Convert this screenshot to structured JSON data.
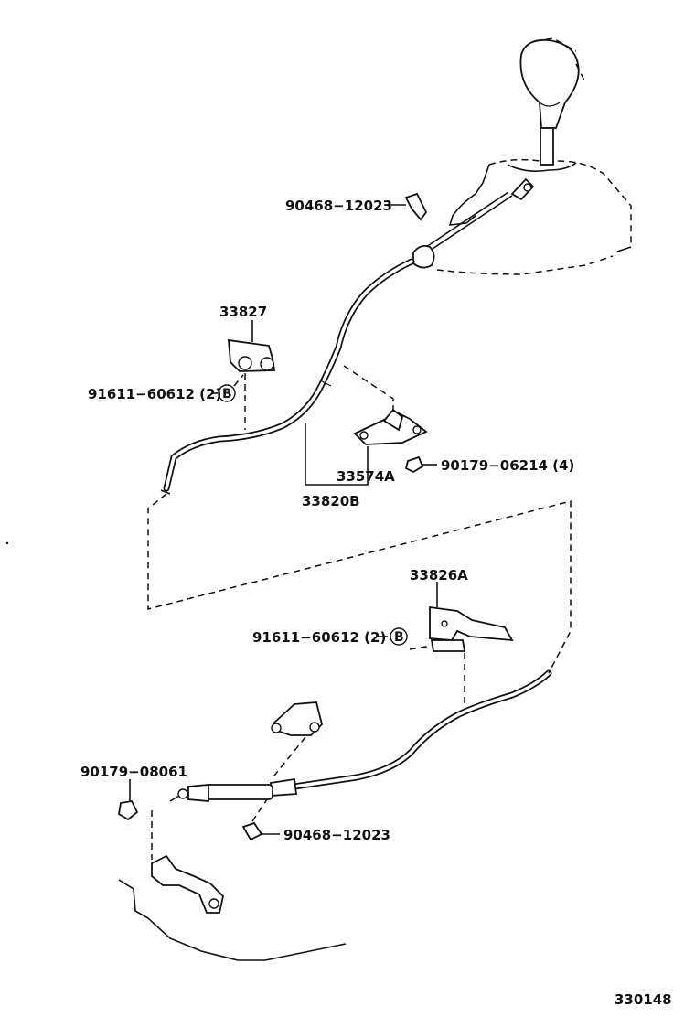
{
  "diagram": {
    "parts": {
      "p90468_top": "90468−12023",
      "p33827": "33827",
      "p91611_top": "91611−60612 (2)",
      "p33574A": "33574A",
      "p90179_06214": "90179−06214 (4)",
      "p33820B": "33820B",
      "p33826A": "33826A",
      "p91611_mid": "91611−60612 (2)",
      "p90179_08061": "90179−08061",
      "p90468_bottom": "90468−12023"
    },
    "marker_b": "B",
    "figure_number": "330148"
  }
}
